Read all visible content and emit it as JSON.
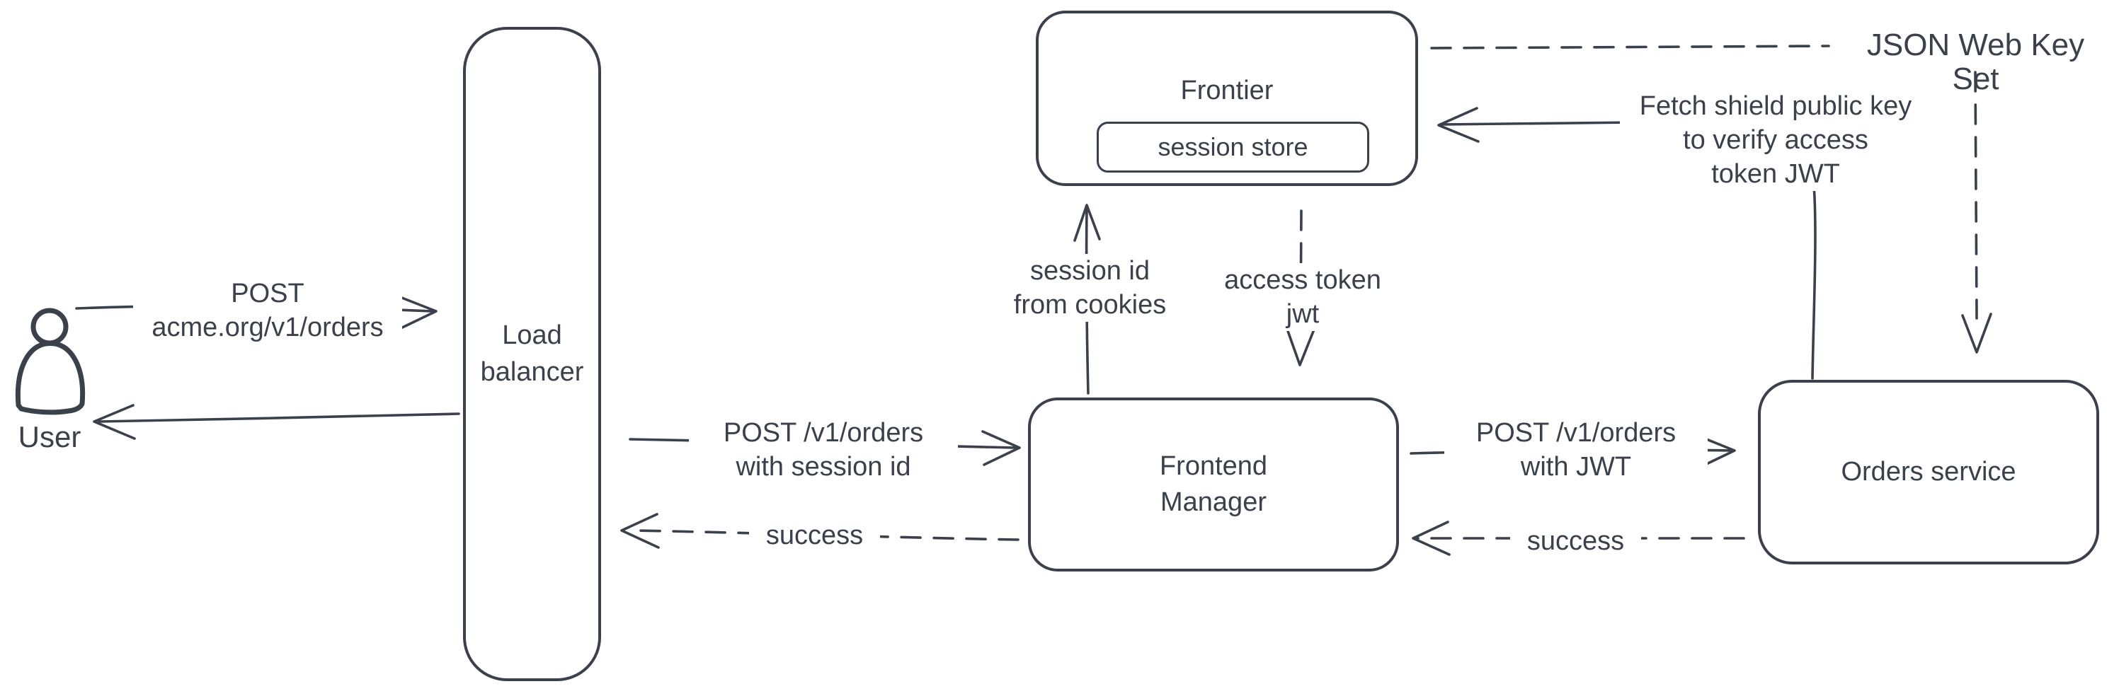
{
  "colors": {
    "ink": "#3a414b",
    "hatch": "#c8d2de",
    "bg": "#ffffff"
  },
  "nodes": {
    "user": {
      "label": "User"
    },
    "load_balancer": {
      "label": "Load\nbalancer"
    },
    "frontier": {
      "label": "Frontier"
    },
    "session_store": {
      "label": "session store"
    },
    "frontend_manager": {
      "label": "Frontend\nManager"
    },
    "orders_service": {
      "label": "Orders service"
    },
    "jwks": {
      "label": "JSON Web Key Set"
    }
  },
  "edges": {
    "post_orders": {
      "label": "POST\nacme.org/v1/orders"
    },
    "post_with_session": {
      "label": "POST /v1/orders\nwith session id"
    },
    "success_to_lb": {
      "label": "success"
    },
    "session_id": {
      "label": "session id\nfrom cookies"
    },
    "access_token": {
      "label": "access token\njwt"
    },
    "post_with_jwt": {
      "label": "POST /v1/orders\nwith JWT"
    },
    "success_to_fm": {
      "label": "success"
    },
    "fetch_key": {
      "label": "Fetch shield public key\nto verify access\ntoken JWT"
    }
  }
}
